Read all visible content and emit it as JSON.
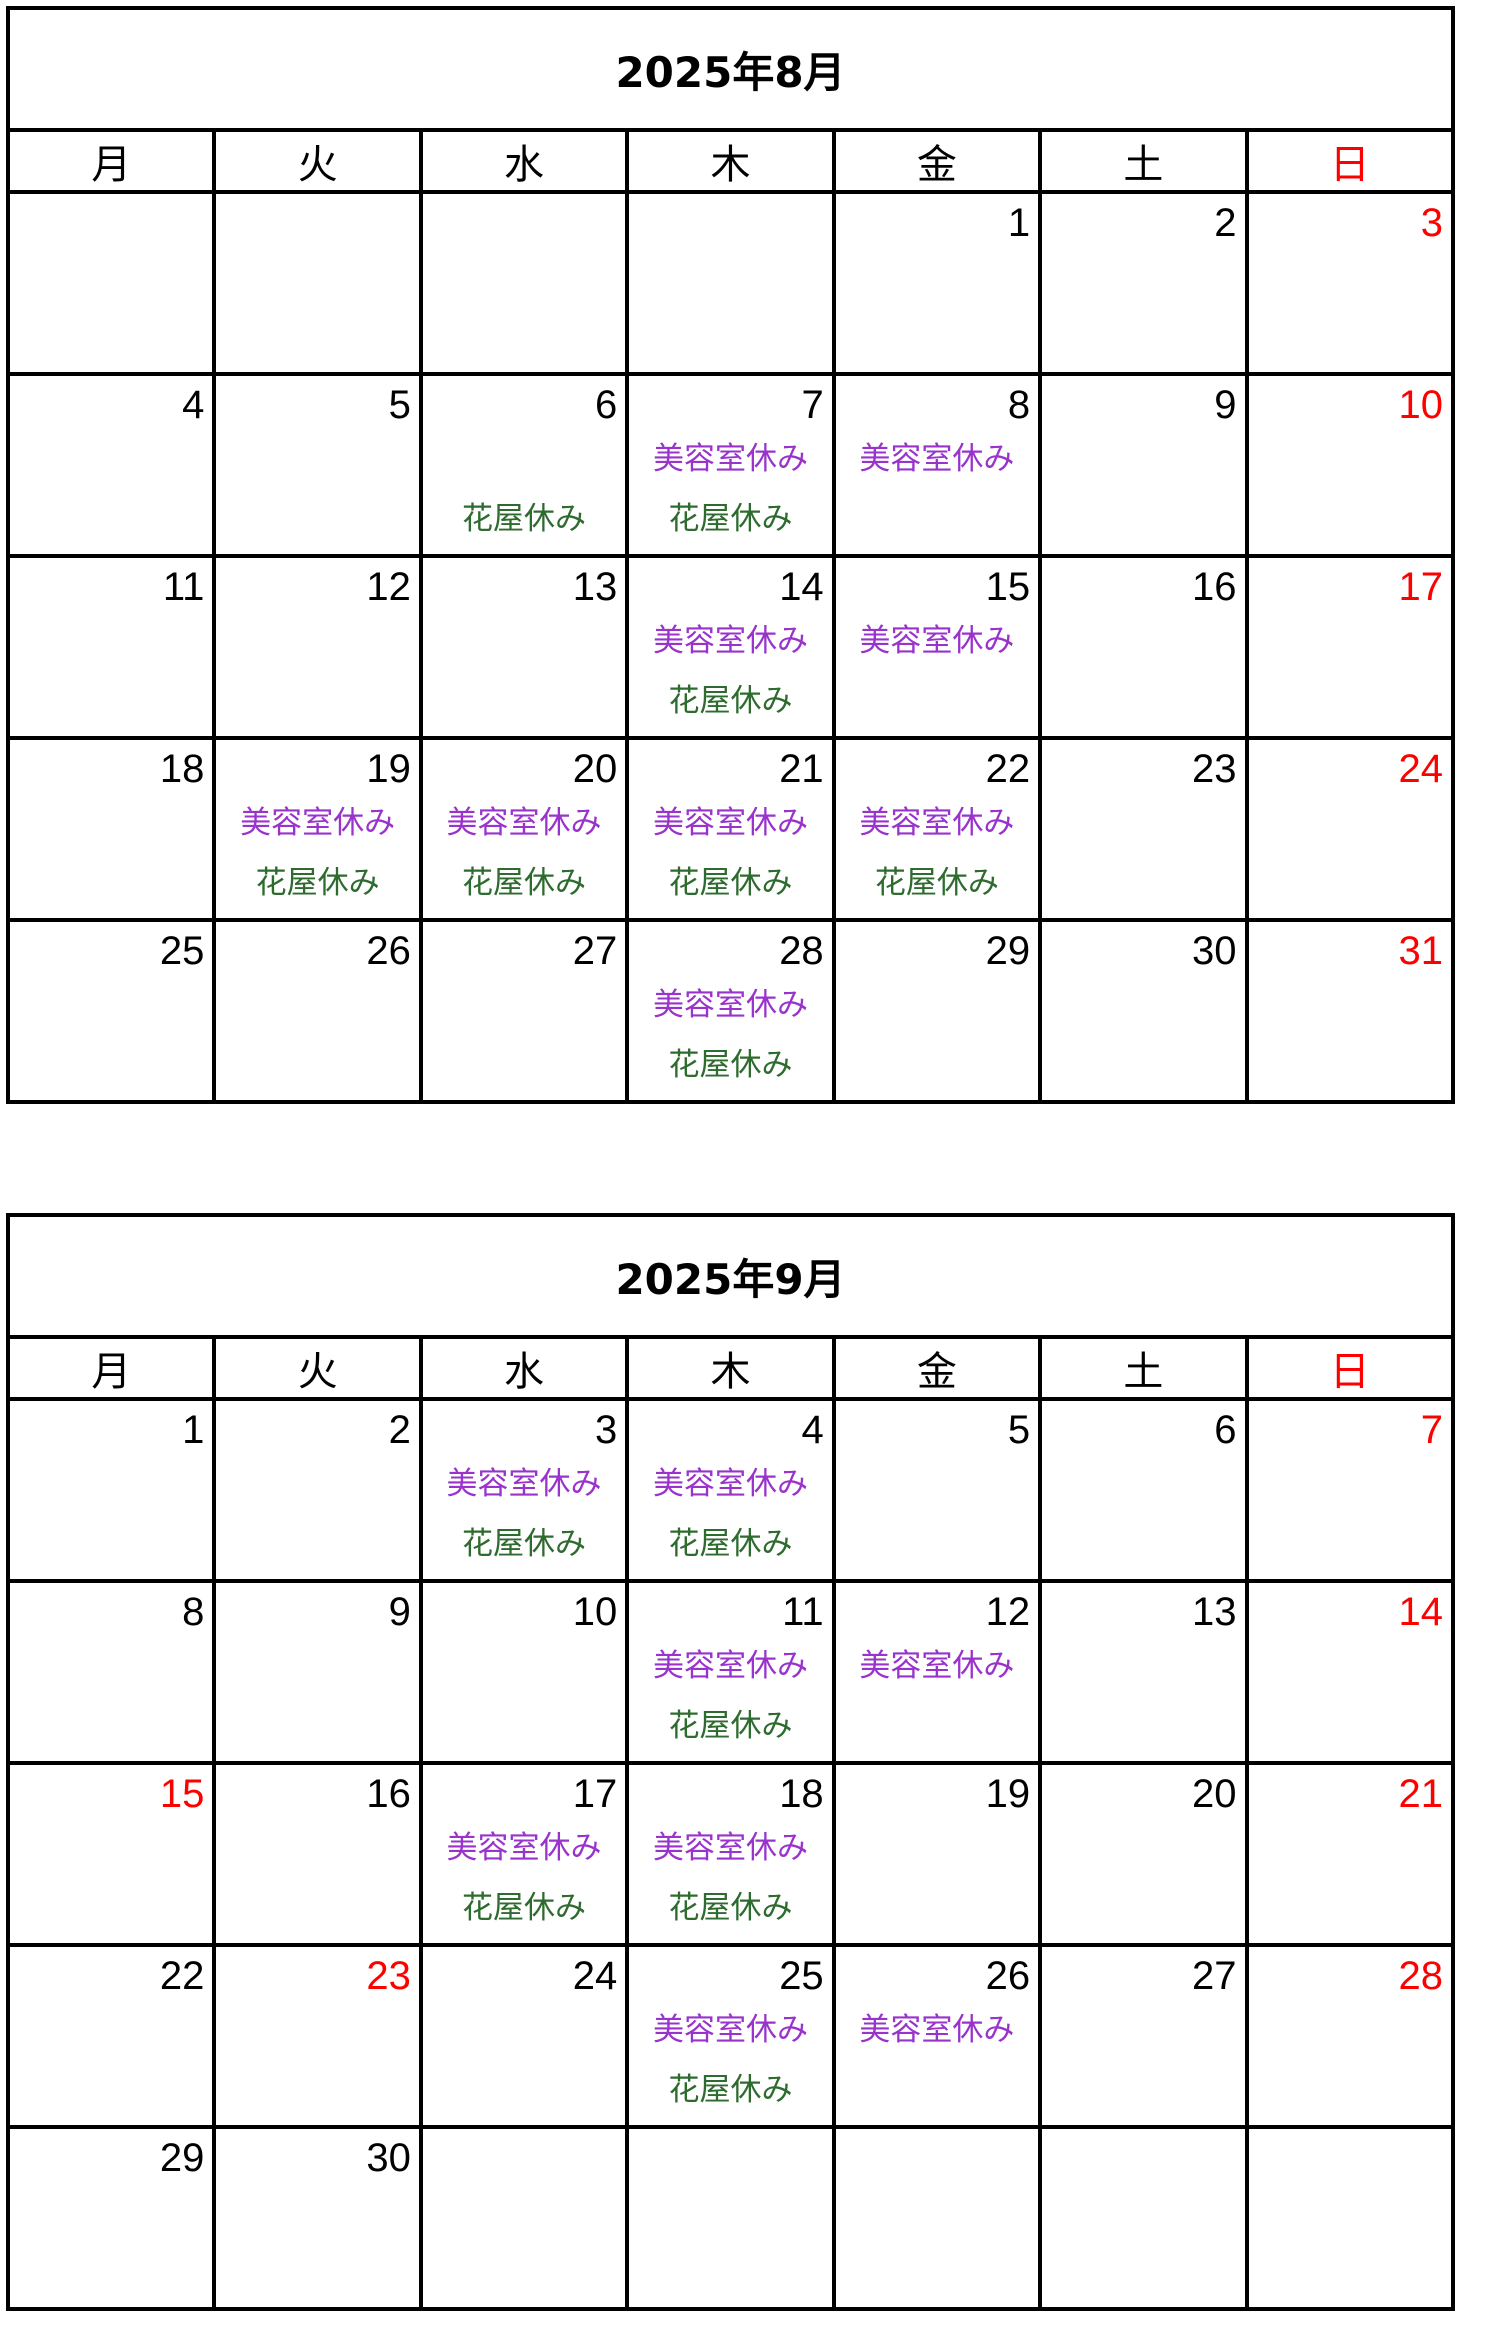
{
  "weekday_headers": [
    "月",
    "火",
    "水",
    "木",
    "金",
    "土",
    "日"
  ],
  "labels": {
    "beauty": "美容室休み",
    "flower": "花屋休み"
  },
  "colors": {
    "holiday_red": "#ff0000",
    "beauty_purple": "#9933cc",
    "flower_green": "#2e6b2e",
    "grid": "#000000"
  },
  "calendars": [
    {
      "title": "2025年8月",
      "weeks": [
        [
          {
            "day": ""
          },
          {
            "day": ""
          },
          {
            "day": ""
          },
          {
            "day": ""
          },
          {
            "day": "1"
          },
          {
            "day": "2"
          },
          {
            "day": "3",
            "red": true
          }
        ],
        [
          {
            "day": "4"
          },
          {
            "day": "5"
          },
          {
            "day": "6",
            "flower": "花屋休み"
          },
          {
            "day": "7",
            "beauty": "美容室休み",
            "flower": "花屋休み"
          },
          {
            "day": "8",
            "beauty": "美容室休み"
          },
          {
            "day": "9"
          },
          {
            "day": "10",
            "red": true
          }
        ],
        [
          {
            "day": "11"
          },
          {
            "day": "12"
          },
          {
            "day": "13"
          },
          {
            "day": "14",
            "beauty": "美容室休み",
            "flower": "花屋休み"
          },
          {
            "day": "15",
            "beauty": "美容室休み"
          },
          {
            "day": "16"
          },
          {
            "day": "17",
            "red": true
          }
        ],
        [
          {
            "day": "18"
          },
          {
            "day": "19",
            "beauty": "美容室休み",
            "flower": "花屋休み"
          },
          {
            "day": "20",
            "beauty": "美容室休み",
            "flower": "花屋休み"
          },
          {
            "day": "21",
            "beauty": "美容室休み",
            "flower": "花屋休み"
          },
          {
            "day": "22",
            "beauty": "美容室休み",
            "flower": "花屋休み"
          },
          {
            "day": "23"
          },
          {
            "day": "24",
            "red": true
          }
        ],
        [
          {
            "day": "25"
          },
          {
            "day": "26"
          },
          {
            "day": "27"
          },
          {
            "day": "28",
            "beauty": "美容室休み",
            "flower": "花屋休み"
          },
          {
            "day": "29"
          },
          {
            "day": "30"
          },
          {
            "day": "31",
            "red": true
          }
        ]
      ]
    },
    {
      "title": "2025年9月",
      "weeks": [
        [
          {
            "day": "1"
          },
          {
            "day": "2"
          },
          {
            "day": "3",
            "beauty": "美容室休み",
            "flower": "花屋休み"
          },
          {
            "day": "4",
            "beauty": "美容室休み",
            "flower": "花屋休み"
          },
          {
            "day": "5"
          },
          {
            "day": "6"
          },
          {
            "day": "7",
            "red": true
          }
        ],
        [
          {
            "day": "8"
          },
          {
            "day": "9"
          },
          {
            "day": "10"
          },
          {
            "day": "11",
            "beauty": "美容室休み",
            "flower": "花屋休み"
          },
          {
            "day": "12",
            "beauty": "美容室休み"
          },
          {
            "day": "13"
          },
          {
            "day": "14",
            "red": true
          }
        ],
        [
          {
            "day": "15",
            "red": true
          },
          {
            "day": "16"
          },
          {
            "day": "17",
            "beauty": "美容室休み",
            "flower": "花屋休み"
          },
          {
            "day": "18",
            "beauty": "美容室休み",
            "flower": "花屋休み"
          },
          {
            "day": "19"
          },
          {
            "day": "20"
          },
          {
            "day": "21",
            "red": true
          }
        ],
        [
          {
            "day": "22"
          },
          {
            "day": "23",
            "red": true
          },
          {
            "day": "24"
          },
          {
            "day": "25",
            "beauty": "美容室休み",
            "flower": "花屋休み"
          },
          {
            "day": "26",
            "beauty": "美容室休み"
          },
          {
            "day": "27"
          },
          {
            "day": "28",
            "red": true
          }
        ],
        [
          {
            "day": "29"
          },
          {
            "day": "30"
          },
          {
            "day": ""
          },
          {
            "day": ""
          },
          {
            "day": ""
          },
          {
            "day": ""
          },
          {
            "day": ""
          }
        ]
      ]
    }
  ]
}
